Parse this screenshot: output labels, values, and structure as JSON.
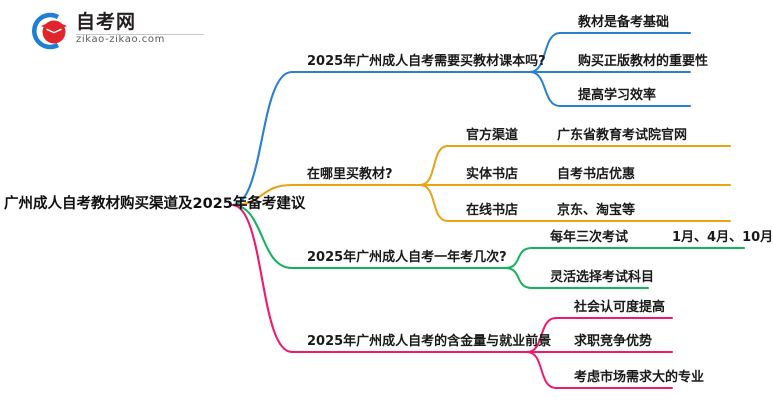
{
  "branding": {
    "logo_icon": "graduation-cap-logo-icon",
    "site_name": "自考网",
    "site_url_text": "zikao-zikao.com",
    "mark_arc_color": "#1e7fd4",
    "mark_cap_color": "#e0262b"
  },
  "mindmap": {
    "root": {
      "label": "广州成人自考教材购买渠道及2025年备考建议"
    },
    "branches": [
      {
        "label": "2025年广州成人自考需要买教材课本吗?",
        "color": "#2a7fd4",
        "children": [
          {
            "label": "教材是备考基础",
            "children": []
          },
          {
            "label": "购买正版教材的重要性",
            "children": []
          },
          {
            "label": "提高学习效率",
            "children": []
          }
        ]
      },
      {
        "label": "在哪里买教材?",
        "color": "#e8a317",
        "children": [
          {
            "label": "官方渠道",
            "children": [
              {
                "label": "广东省教育考试院官网"
              }
            ]
          },
          {
            "label": "实体书店",
            "children": [
              {
                "label": "自考书店优惠"
              }
            ]
          },
          {
            "label": "在线书店",
            "children": [
              {
                "label": "京东、淘宝等"
              }
            ]
          }
        ]
      },
      {
        "label": "2025年广州成人自考一年考几次?",
        "color": "#16b35f",
        "children": [
          {
            "label": "每年三次考试",
            "children": [
              {
                "label": "1月、4月、10月"
              }
            ]
          },
          {
            "label": "灵活选择考试科目",
            "children": []
          }
        ]
      },
      {
        "label": "2025年广州成人自考的含金量与就业前景",
        "color": "#f0196e",
        "children": [
          {
            "label": "社会认可度提高",
            "children": []
          },
          {
            "label": "求职竞争优势",
            "children": []
          },
          {
            "label": "考虑市场需求大的专业",
            "children": []
          }
        ]
      }
    ]
  }
}
